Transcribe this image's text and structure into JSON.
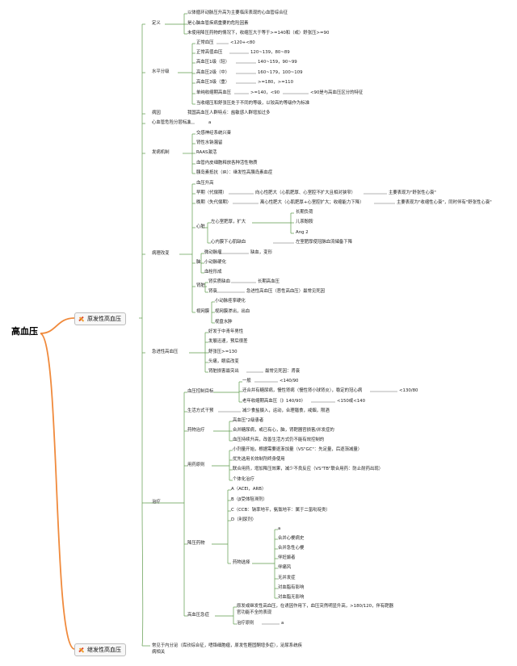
{
  "root": "高血压",
  "primary": {
    "title": "原发性高血压",
    "definition": {
      "label": "定义",
      "items": [
        "以体循环动脉压升高为主要临床表现的心血管综合征",
        "是心脑血管疾病重要的危险因素",
        "未使用降压药物的情况下，收缩压大于等于>=140和（或）舒张压>=90"
      ]
    },
    "levels": {
      "label": "水平分级",
      "rows": [
        {
          "name": "正常血压",
          "v1": "<120+<80",
          "v2": ""
        },
        {
          "name": "正常高值血压",
          "v1": "120~139，80~89",
          "v2": ""
        },
        {
          "name": "高血压1级（轻）",
          "v1": "140~159，90~99",
          "v2": ""
        },
        {
          "name": "高血压2级（中）",
          "v1": "160~179，100~109",
          "v2": ""
        },
        {
          "name": "高血压3级（重）",
          "v1": ">=180，>=110",
          "v2": ""
        },
        {
          "name": "单纯收缩期高血压",
          "v1": ">=140，<90",
          "v2": "<90是与高血压区分的特征"
        }
      ],
      "note": "当收缩压和舒张压处于不同的等级，以较高的等级作为标准"
    },
    "etiology": {
      "label": "病因",
      "text": "我国高血压人群特点：盐敏感人群增加过多"
    },
    "risk": {
      "label": "心血管危险分层标准",
      "value": "a"
    },
    "mechanism": {
      "label": "发病机制",
      "items": [
        "交感神经系统兴奋",
        "肾性水钠潴留",
        "RAAS激活",
        "血管内皮细胞释放各种活性物质",
        "胰岛素抵抗（IR）：继发性高胰岛素血症"
      ]
    },
    "pathology": {
      "label": "病理改变",
      "early": "血压升高",
      "stage1": {
        "name": "早期（代偿期）",
        "a": "向心性肥大（心肌肥厚、心室腔不扩大且相对狭窄）",
        "b": "主要表现为\"舒张性心衰\""
      },
      "stage2": {
        "name": "晚期（失代偿期）",
        "a": "离心性肥大（心肌肥厚+心室腔扩大；收缩能力下降）",
        "b": "主要表现为\"收缩性心衰\"，同时伴有\"舒张性心衰\""
      },
      "heart": {
        "label": "心脏",
        "lv": "左心室肥厚，扩大",
        "lv_items": [
          "长期负荷",
          "儿茶酚胺",
          "Ang 2"
        ],
        "ischemia": "心内膜下心肌缺血",
        "ischemia_note": "左室肥厚使冠脉血流储备下降"
      },
      "brain": {
        "label": "脑",
        "items": [
          "微动脉瘤",
          "小动脉硬化",
          "血栓形成"
        ],
        "aneurysm_note": "缺血，变形"
      },
      "kidney": {
        "label": "肾脏",
        "a": "肾实质缺血",
        "a_note": "长期高血压",
        "b": "肾衰",
        "b_note": "急进性高血压（恶性高血压）最常见死因"
      },
      "retina": {
        "label": "视网膜",
        "items": [
          "小动脉痉挛硬化",
          "视网膜渗出，出血",
          "视盘水肿"
        ]
      }
    },
    "malignant": {
      "label": "急进性高血压",
      "items": [
        "好发于中青年男性",
        "发展迅速，预后很差",
        "舒张压>=130",
        "头痛，眼底改变"
      ],
      "renal": "肾脏损害最突出",
      "renal_note": "最常见死因：肾衰"
    },
    "treatment": {
      "label": "治疗",
      "goal": {
        "label": "血压控制目标",
        "rows": [
          {
            "a": "一般",
            "b": "<140/90",
            "c": ""
          },
          {
            "a": "还合并有糖尿病，慢性肾病（慢性肾小球肾炎），稳定的冠心病",
            "b": "<130/80",
            "c": ""
          },
          {
            "a": "老年收缩期高血压（》140/90）",
            "b": "<150或<140",
            "c": ""
          }
        ]
      },
      "lifestyle": {
        "label": "生活方式干预",
        "text": "减少食盐摄入，运动，合理膳食，戒烟，限酒"
      },
      "drug": {
        "label": "药物治疗",
        "items": [
          "高血压\"2级患者",
          "合并糖尿病，或已有心，脑，肾靶器官损害/并发症的",
          "血压持续升高，改善生活方式仍不能有效控制的"
        ]
      },
      "principle": {
        "label": "用药原则",
        "items": [
          "小剂量开始，根据需要逐渐加量（VS\"GC\"：先足量，后逐渐减量）",
          "优先选用长效制剂终身使用",
          "联合用药，增加降压效果，减少不良反应（VS\"TB\"联合用药：防止耐药出现）",
          "个体化治疗"
        ]
      },
      "agents": {
        "label": "降压药物",
        "items": [
          "A（ACEI，ARB）",
          "B（β受体阻滞剂）",
          "C（CCB：钠率地平，氨氯地平：属于二氢吡啶类）",
          "D（利尿剂）"
        ],
        "choice_label": "药物选择",
        "choice_items": [
          "a",
          "合并心梗病史",
          "合并急性心梗",
          "伴妊娠者",
          "伴痛风",
          "无并发症",
          "对血脂有影响",
          "对血脂无影响"
        ]
      },
      "crisis": {
        "label": "高血压急症",
        "desc1": "原发或继发性高血压，在诱因作用下，血压突然明显升高，>180/120，伴有靶器",
        "desc2": "官功能不全的表现",
        "principle_label": "治疗原则",
        "principle_value": "a"
      }
    }
  },
  "secondary": {
    "title": "继发性高血压",
    "desc1": "常见于内分泌（库欣综合征，嗜铬细胞瘤，原发性醛固酮增多症），泌尿系统疾",
    "desc2": "病相关"
  }
}
